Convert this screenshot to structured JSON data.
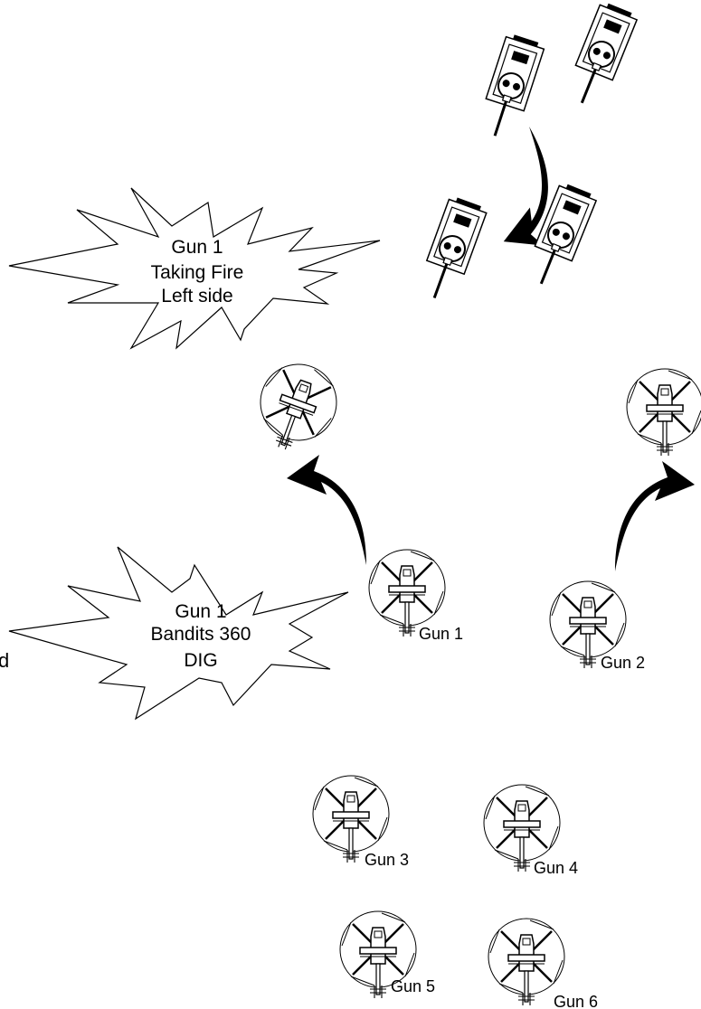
{
  "burst_top": {
    "lines": [
      "Gun 1",
      "Taking Fire",
      "Left side"
    ]
  },
  "burst_bottom": {
    "lines": [
      "Gun 1",
      "Bandits  360",
      "DIG"
    ]
  },
  "cropped_text": "d",
  "helicopters": [
    {
      "label": ""
    },
    {
      "label": ""
    },
    {
      "label": "Gun 1"
    },
    {
      "label": "Gun 2"
    },
    {
      "label": "Gun 3"
    },
    {
      "label": "Gun 4"
    },
    {
      "label": "Gun 5"
    },
    {
      "label": "Gun 6"
    }
  ],
  "tanks": [
    {},
    {},
    {},
    {}
  ],
  "arrows": [
    {},
    {},
    {}
  ],
  "colors": {
    "ink": "#000000",
    "paper": "#ffffff"
  }
}
